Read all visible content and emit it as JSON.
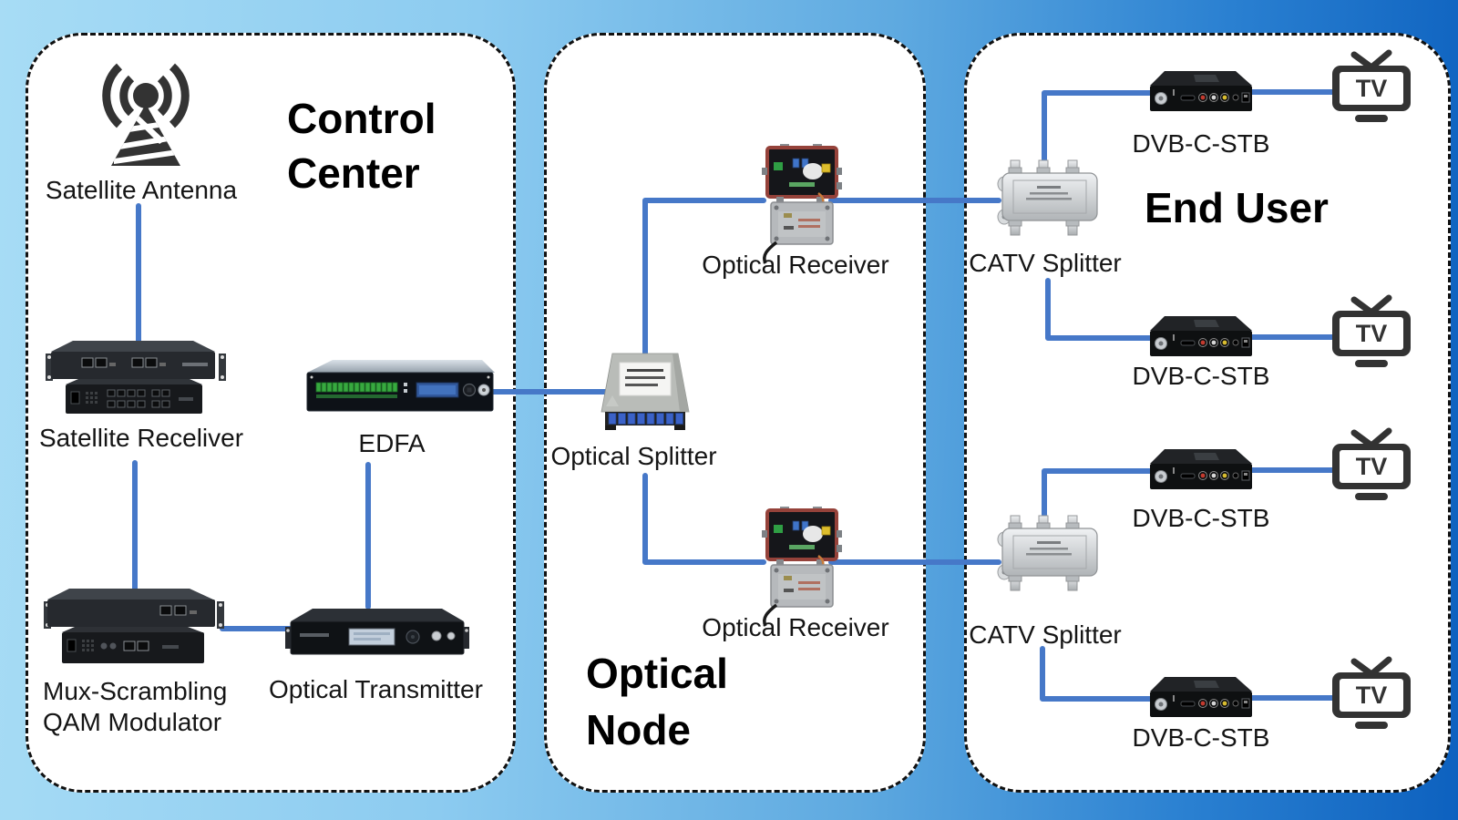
{
  "colors": {
    "connection_line": "#4678c8",
    "panel_background": "#ffffff",
    "panel_border": "#111111",
    "background_gradient_left": "#a7dcf5",
    "background_gradient_right": "#0d61bf",
    "icon_dark": "#333333"
  },
  "control_center": {
    "title_lines": [
      "Control",
      "Center"
    ],
    "antenna_label": "Satellite Antenna",
    "receiver_label": "Satellite Receliver",
    "modulator_lines": [
      "Mux-Scrambling",
      "QAM Modulator"
    ],
    "edfa_label": "EDFA",
    "transmitter_label": "Optical Transmitter"
  },
  "optical_node": {
    "title_lines": [
      "Optical",
      "Node"
    ],
    "splitter_label": "Optical Splitter",
    "receiver_labels": [
      "Optical Receiver",
      "Optical Receiver"
    ]
  },
  "end_user": {
    "title": "End User",
    "catv_splitter_labels": [
      "CATV Splitter",
      "CATV Splitter"
    ],
    "stb_labels": [
      "DVB-C-STB",
      "DVB-C-STB",
      "DVB-C-STB",
      "DVB-C-STB"
    ],
    "tv_text": "TV"
  }
}
